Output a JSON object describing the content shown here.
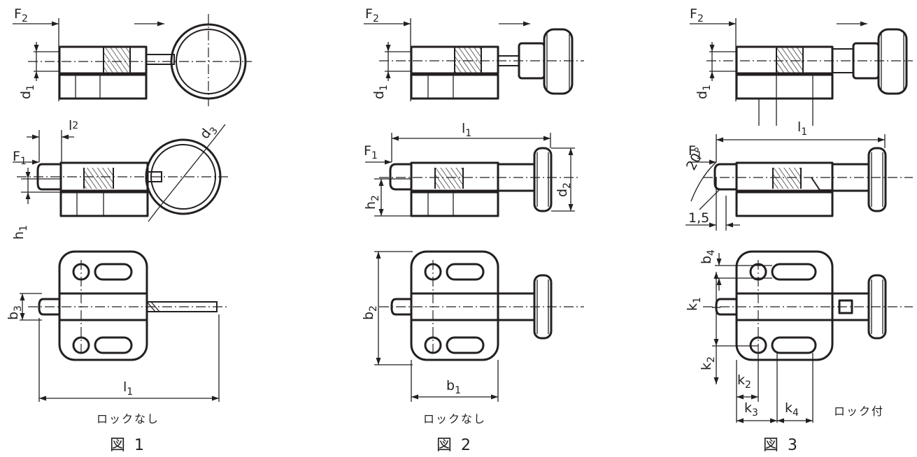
{
  "figures": [
    {
      "caption": "図 1",
      "lock_label": "ロックなし",
      "dimension_labels": {
        "F2": {
          "main": "F",
          "sub": "2"
        },
        "F1": {
          "main": "F",
          "sub": "1"
        },
        "d1": {
          "main": "d",
          "sub": "1"
        },
        "d3": {
          "main": "d",
          "sub": "3"
        },
        "l2": {
          "main": "l",
          "sub": "2"
        },
        "h1": {
          "main": "h",
          "sub": "1"
        },
        "b3": {
          "main": "b",
          "sub": "3"
        },
        "l1": {
          "main": "l",
          "sub": "1"
        }
      }
    },
    {
      "caption": "図 2",
      "lock_label": "ロックなし",
      "dimension_labels": {
        "F2": {
          "main": "F",
          "sub": "2"
        },
        "F1": {
          "main": "F",
          "sub": "1"
        },
        "d1": {
          "main": "d",
          "sub": "1"
        },
        "d2": {
          "main": "d",
          "sub": "2"
        },
        "l1": {
          "main": "l",
          "sub": "1"
        },
        "h2": {
          "main": "h",
          "sub": "2"
        },
        "b2": {
          "main": "b",
          "sub": "2"
        },
        "b1": {
          "main": "b",
          "sub": "1"
        }
      }
    },
    {
      "caption": "図 3",
      "lock_label": "ロック付",
      "angle_label": "20°",
      "offset_label": "1,5",
      "dimension_labels": {
        "F2": {
          "main": "F",
          "sub": "2"
        },
        "F1": {
          "main": "F",
          "sub": "1"
        },
        "d1": {
          "main": "d",
          "sub": "1"
        },
        "l1": {
          "main": "l",
          "sub": "1"
        },
        "b4": {
          "main": "b",
          "sub": "4"
        },
        "k1": {
          "main": "k",
          "sub": "1"
        },
        "k2": {
          "main": "k",
          "sub": "2"
        },
        "k2b": {
          "main": "k",
          "sub": "2"
        },
        "k3": {
          "main": "k",
          "sub": "3"
        },
        "k4": {
          "main": "k",
          "sub": "4"
        }
      }
    }
  ]
}
